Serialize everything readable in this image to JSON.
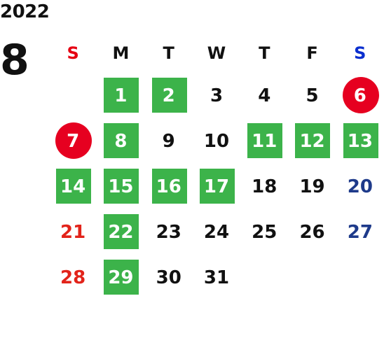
{
  "calendar": {
    "year": "2022",
    "month": "8",
    "weekdays": [
      "S",
      "M",
      "T",
      "W",
      "T",
      "F",
      "S"
    ],
    "colors": {
      "sunday": "#e2231a",
      "saturday": "#1e3a8a",
      "holiday_circle": "#e60020",
      "marked_box": "#3cb34a"
    },
    "weeks": [
      [
        {
          "day": "",
          "mark": "none"
        },
        {
          "day": "1",
          "mark": "green"
        },
        {
          "day": "2",
          "mark": "green"
        },
        {
          "day": "3",
          "mark": "none"
        },
        {
          "day": "4",
          "mark": "none"
        },
        {
          "day": "5",
          "mark": "none"
        },
        {
          "day": "6",
          "mark": "red"
        }
      ],
      [
        {
          "day": "7",
          "mark": "red"
        },
        {
          "day": "8",
          "mark": "green"
        },
        {
          "day": "9",
          "mark": "none"
        },
        {
          "day": "10",
          "mark": "none"
        },
        {
          "day": "11",
          "mark": "green"
        },
        {
          "day": "12",
          "mark": "green"
        },
        {
          "day": "13",
          "mark": "green"
        }
      ],
      [
        {
          "day": "14",
          "mark": "green"
        },
        {
          "day": "15",
          "mark": "green"
        },
        {
          "day": "16",
          "mark": "green"
        },
        {
          "day": "17",
          "mark": "green"
        },
        {
          "day": "18",
          "mark": "none"
        },
        {
          "day": "19",
          "mark": "none"
        },
        {
          "day": "20",
          "mark": "none"
        }
      ],
      [
        {
          "day": "21",
          "mark": "none"
        },
        {
          "day": "22",
          "mark": "green"
        },
        {
          "day": "23",
          "mark": "none"
        },
        {
          "day": "24",
          "mark": "none"
        },
        {
          "day": "25",
          "mark": "none"
        },
        {
          "day": "26",
          "mark": "none"
        },
        {
          "day": "27",
          "mark": "none"
        }
      ],
      [
        {
          "day": "28",
          "mark": "none"
        },
        {
          "day": "29",
          "mark": "green"
        },
        {
          "day": "30",
          "mark": "none"
        },
        {
          "day": "31",
          "mark": "none"
        },
        {
          "day": "",
          "mark": "none"
        },
        {
          "day": "",
          "mark": "none"
        },
        {
          "day": "",
          "mark": "none"
        }
      ]
    ]
  }
}
